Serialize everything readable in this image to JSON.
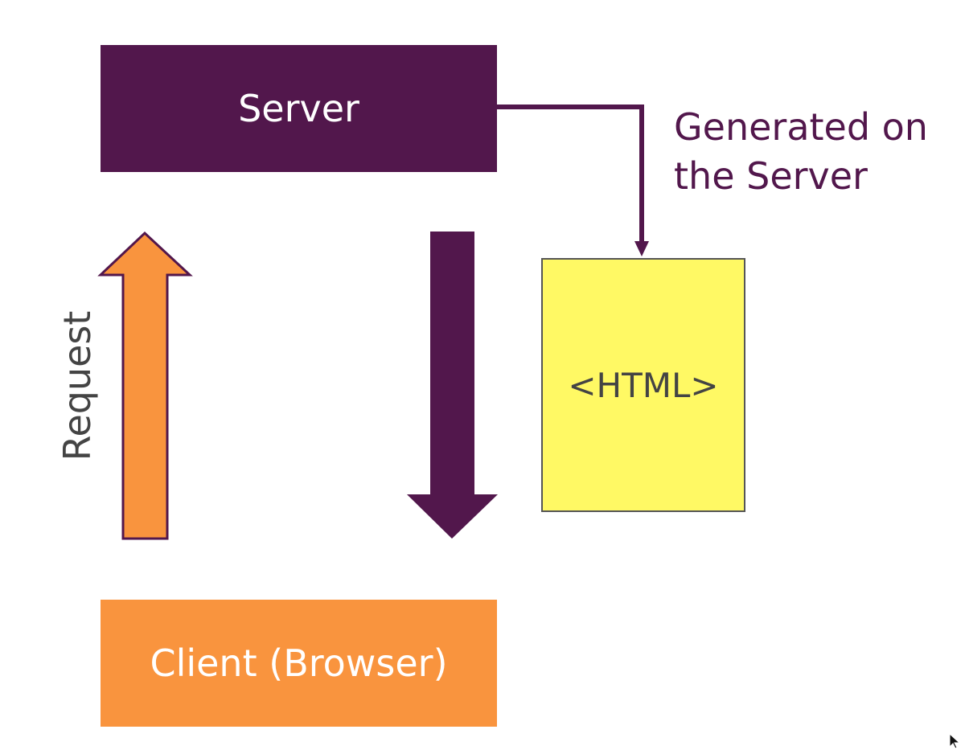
{
  "server": {
    "label": "Server"
  },
  "client": {
    "label": "Client (Browser)"
  },
  "request": {
    "label": "Request"
  },
  "html_doc": {
    "label": "<HTML>"
  },
  "generated": {
    "line1": "Generated on",
    "line2": "the Server"
  },
  "colors": {
    "purple": "#52174c",
    "orange": "#f9943e",
    "yellow": "#fff964",
    "text_gray": "#444444"
  },
  "icons": {
    "request_arrow": "up-arrow-icon",
    "response_arrow": "down-arrow-icon",
    "connector": "elbow-connector-arrow-icon",
    "cursor": "mouse-pointer-icon"
  }
}
